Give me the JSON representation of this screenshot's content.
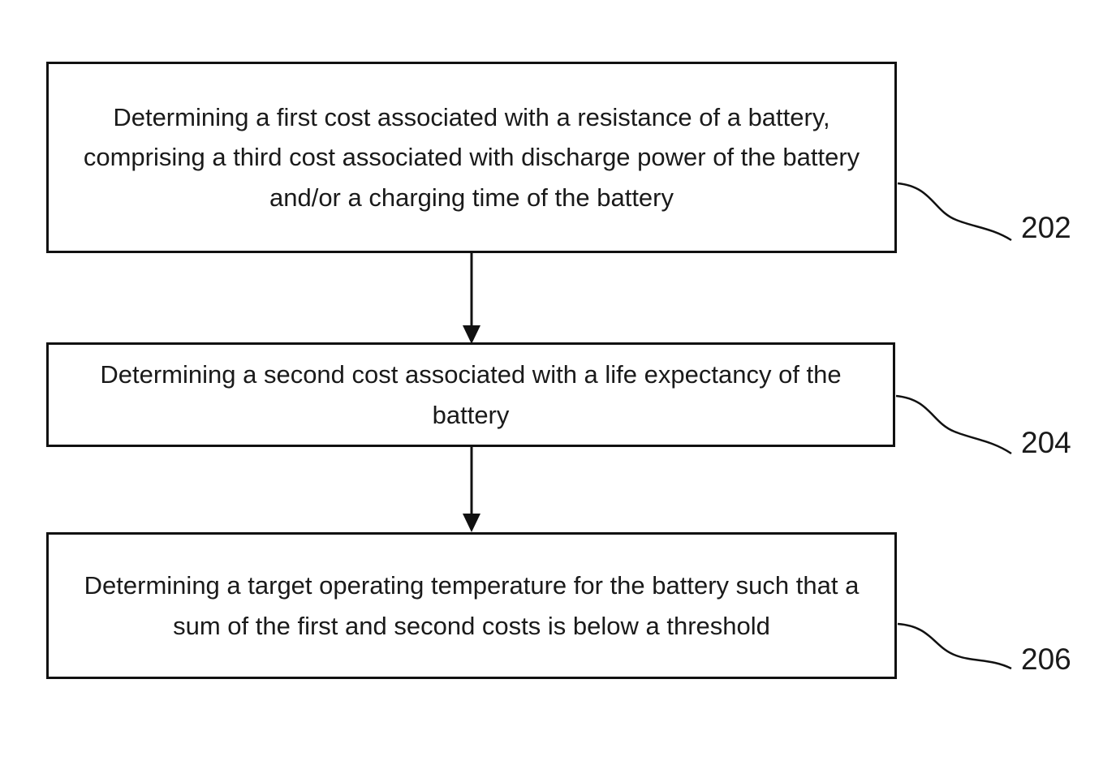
{
  "figure": {
    "background_color": "#ffffff",
    "line_color": "#111111",
    "text_color": "#1a1a1a"
  },
  "steps": [
    {
      "text": "Determining a first cost associated with a resistance of a battery, comprising a third cost associated with discharge power of the battery and/or a charging time of the battery",
      "ref": "202"
    },
    {
      "text": "Determining a second cost associated with a life expectancy of the battery",
      "ref": "204"
    },
    {
      "text": "Determining a target operating temperature for the battery such that a sum of the first and second costs is below a threshold",
      "ref": "206"
    }
  ]
}
